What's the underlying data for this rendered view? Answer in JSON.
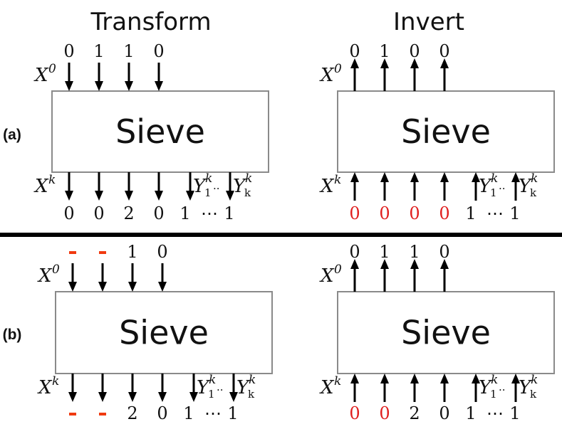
{
  "headers": {
    "transform": "Transform",
    "invert": "Invert"
  },
  "rows": [
    {
      "label": "(a)",
      "transform": {
        "box_label": "Sieve",
        "top_bits": [
          "0",
          "1",
          "1",
          "0"
        ],
        "bottom_bits": [
          "0",
          "0",
          "2",
          "0",
          "1",
          "⋯",
          "1"
        ],
        "top_var": "X",
        "top_sup": "0",
        "bottom_var": "X",
        "bottom_sup": "k",
        "y_var": "Y",
        "y_first_sub": "1",
        "y_last_sub": "k",
        "y_sup": "k",
        "y_dots": "··"
      },
      "invert": {
        "box_label": "Sieve",
        "top_bits": [
          "0",
          "1",
          "0",
          "0"
        ],
        "bottom_bits": [
          "0",
          "0",
          "0",
          "0",
          "1",
          "⋯",
          "1"
        ],
        "top_var": "X",
        "top_sup": "0",
        "bottom_var": "X",
        "bottom_sup": "k",
        "y_var": "Y",
        "y_first_sub": "1",
        "y_last_sub": "k",
        "y_sup": "k",
        "y_dots": "··"
      }
    },
    {
      "label": "(b)",
      "transform": {
        "box_label": "Sieve",
        "top_bits": [
          "-",
          "-",
          "1",
          "0"
        ],
        "bottom_bits": [
          "-",
          "-",
          "2",
          "0",
          "1",
          "⋯",
          "1"
        ],
        "top_var": "X",
        "top_sup": "0",
        "bottom_var": "X",
        "bottom_sup": "k",
        "y_var": "Y",
        "y_first_sub": "1",
        "y_last_sub": "k",
        "y_sup": "k",
        "y_dots": "··"
      },
      "invert": {
        "box_label": "Sieve",
        "top_bits": [
          "0",
          "1",
          "1",
          "0"
        ],
        "bottom_bits": [
          "0",
          "0",
          "2",
          "0",
          "1",
          "⋯",
          "1"
        ],
        "top_var": "X",
        "top_sup": "0",
        "bottom_var": "X",
        "bottom_sup": "k",
        "y_var": "Y",
        "y_first_sub": "1",
        "y_last_sub": "k",
        "y_sup": "k",
        "y_dots": "··"
      }
    }
  ],
  "colors": {
    "highlight": "#e02020",
    "dash": "#f03a10",
    "box_border": "#8a8a8a",
    "divider": "#000000"
  }
}
